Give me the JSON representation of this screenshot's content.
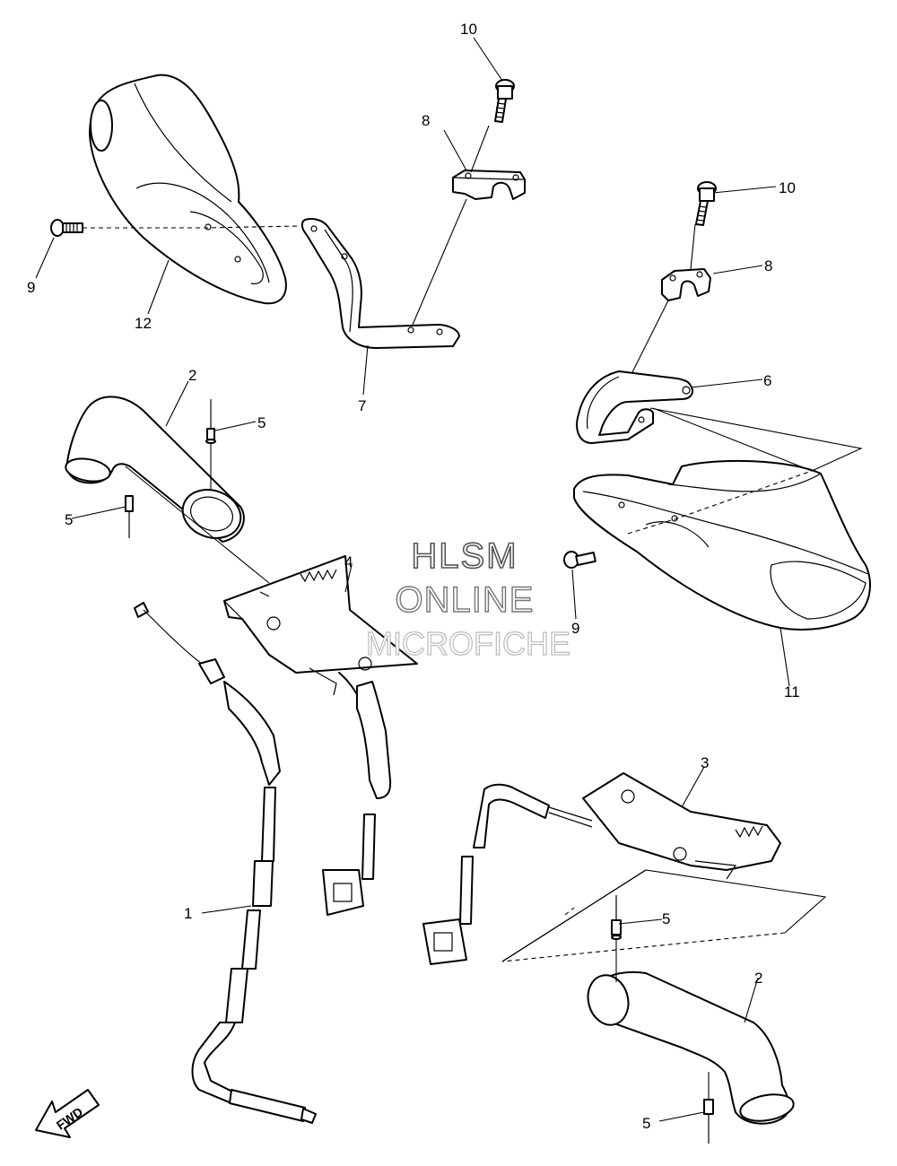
{
  "watermark": {
    "line1": "HLSM",
    "line2": "ONLINE",
    "line3": "MICROFICHE"
  },
  "fwd_label": "FWD",
  "callouts": [
    {
      "id": "c10a",
      "num": "10"
    },
    {
      "id": "c8a",
      "num": "8"
    },
    {
      "id": "c9a",
      "num": "9"
    },
    {
      "id": "c12",
      "num": "12"
    },
    {
      "id": "c7",
      "num": "7"
    },
    {
      "id": "c10b",
      "num": "10"
    },
    {
      "id": "c8b",
      "num": "8"
    },
    {
      "id": "c6",
      "num": "6"
    },
    {
      "id": "c2a",
      "num": "2"
    },
    {
      "id": "c5a",
      "num": "5"
    },
    {
      "id": "c5b",
      "num": "5"
    },
    {
      "id": "c4",
      "num": "4"
    },
    {
      "id": "c9b",
      "num": "9"
    },
    {
      "id": "c11",
      "num": "11"
    },
    {
      "id": "c3",
      "num": "3"
    },
    {
      "id": "c1",
      "num": "1"
    },
    {
      "id": "c5c",
      "num": "5"
    },
    {
      "id": "c2b",
      "num": "2"
    },
    {
      "id": "c5d",
      "num": "5"
    }
  ]
}
